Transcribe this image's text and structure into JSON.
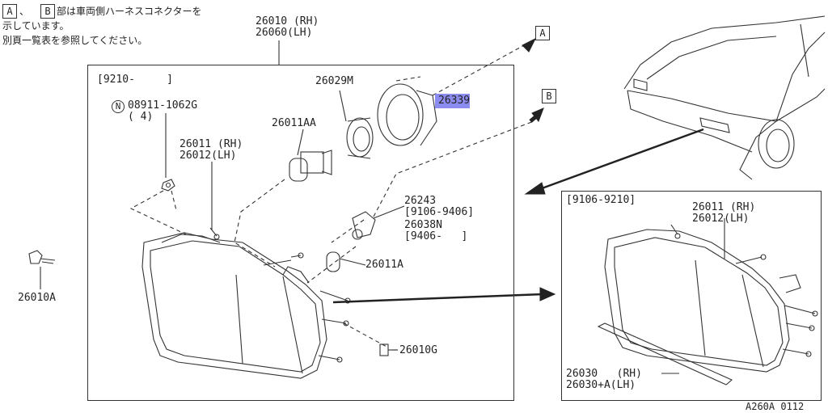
{
  "note": {
    "box_a": "A",
    "box_b": "B",
    "line1": "部は車両側ハーネスコネクターを",
    "line2": "示しています。",
    "line3": "別頁一覧表を参照してください。"
  },
  "main_assembly": {
    "rh": "26010 (RH)",
    "lh": "26060(LH)"
  },
  "main_frame": {
    "date_range": "[9210-     ]",
    "nut_symbol": "N",
    "nut_part": "08911-1062G",
    "nut_qty": "( 4)",
    "lamp_rh": "26011 (RH)",
    "lamp_lh": "26012(LH)",
    "bulb": "26011AA",
    "socket_ring": "26029M",
    "cap": "26339",
    "socket_1": "26243",
    "socket_1_range": "[9106-9406]",
    "socket_2": "26038N",
    "socket_2_range": "[9406-   ]",
    "small_bulb": "26011A",
    "screw": "26010G"
  },
  "side_part": "26010A",
  "connector_a": "A",
  "connector_b": "B",
  "inset": {
    "date_range": "[9106-9210]",
    "lamp_rh": "26011 (RH)",
    "lamp_lh": "26012(LH)",
    "molding_rh": "26030   (RH)",
    "molding_lh": "26030+A(LH)"
  },
  "diagram_code": "A260A 0112"
}
